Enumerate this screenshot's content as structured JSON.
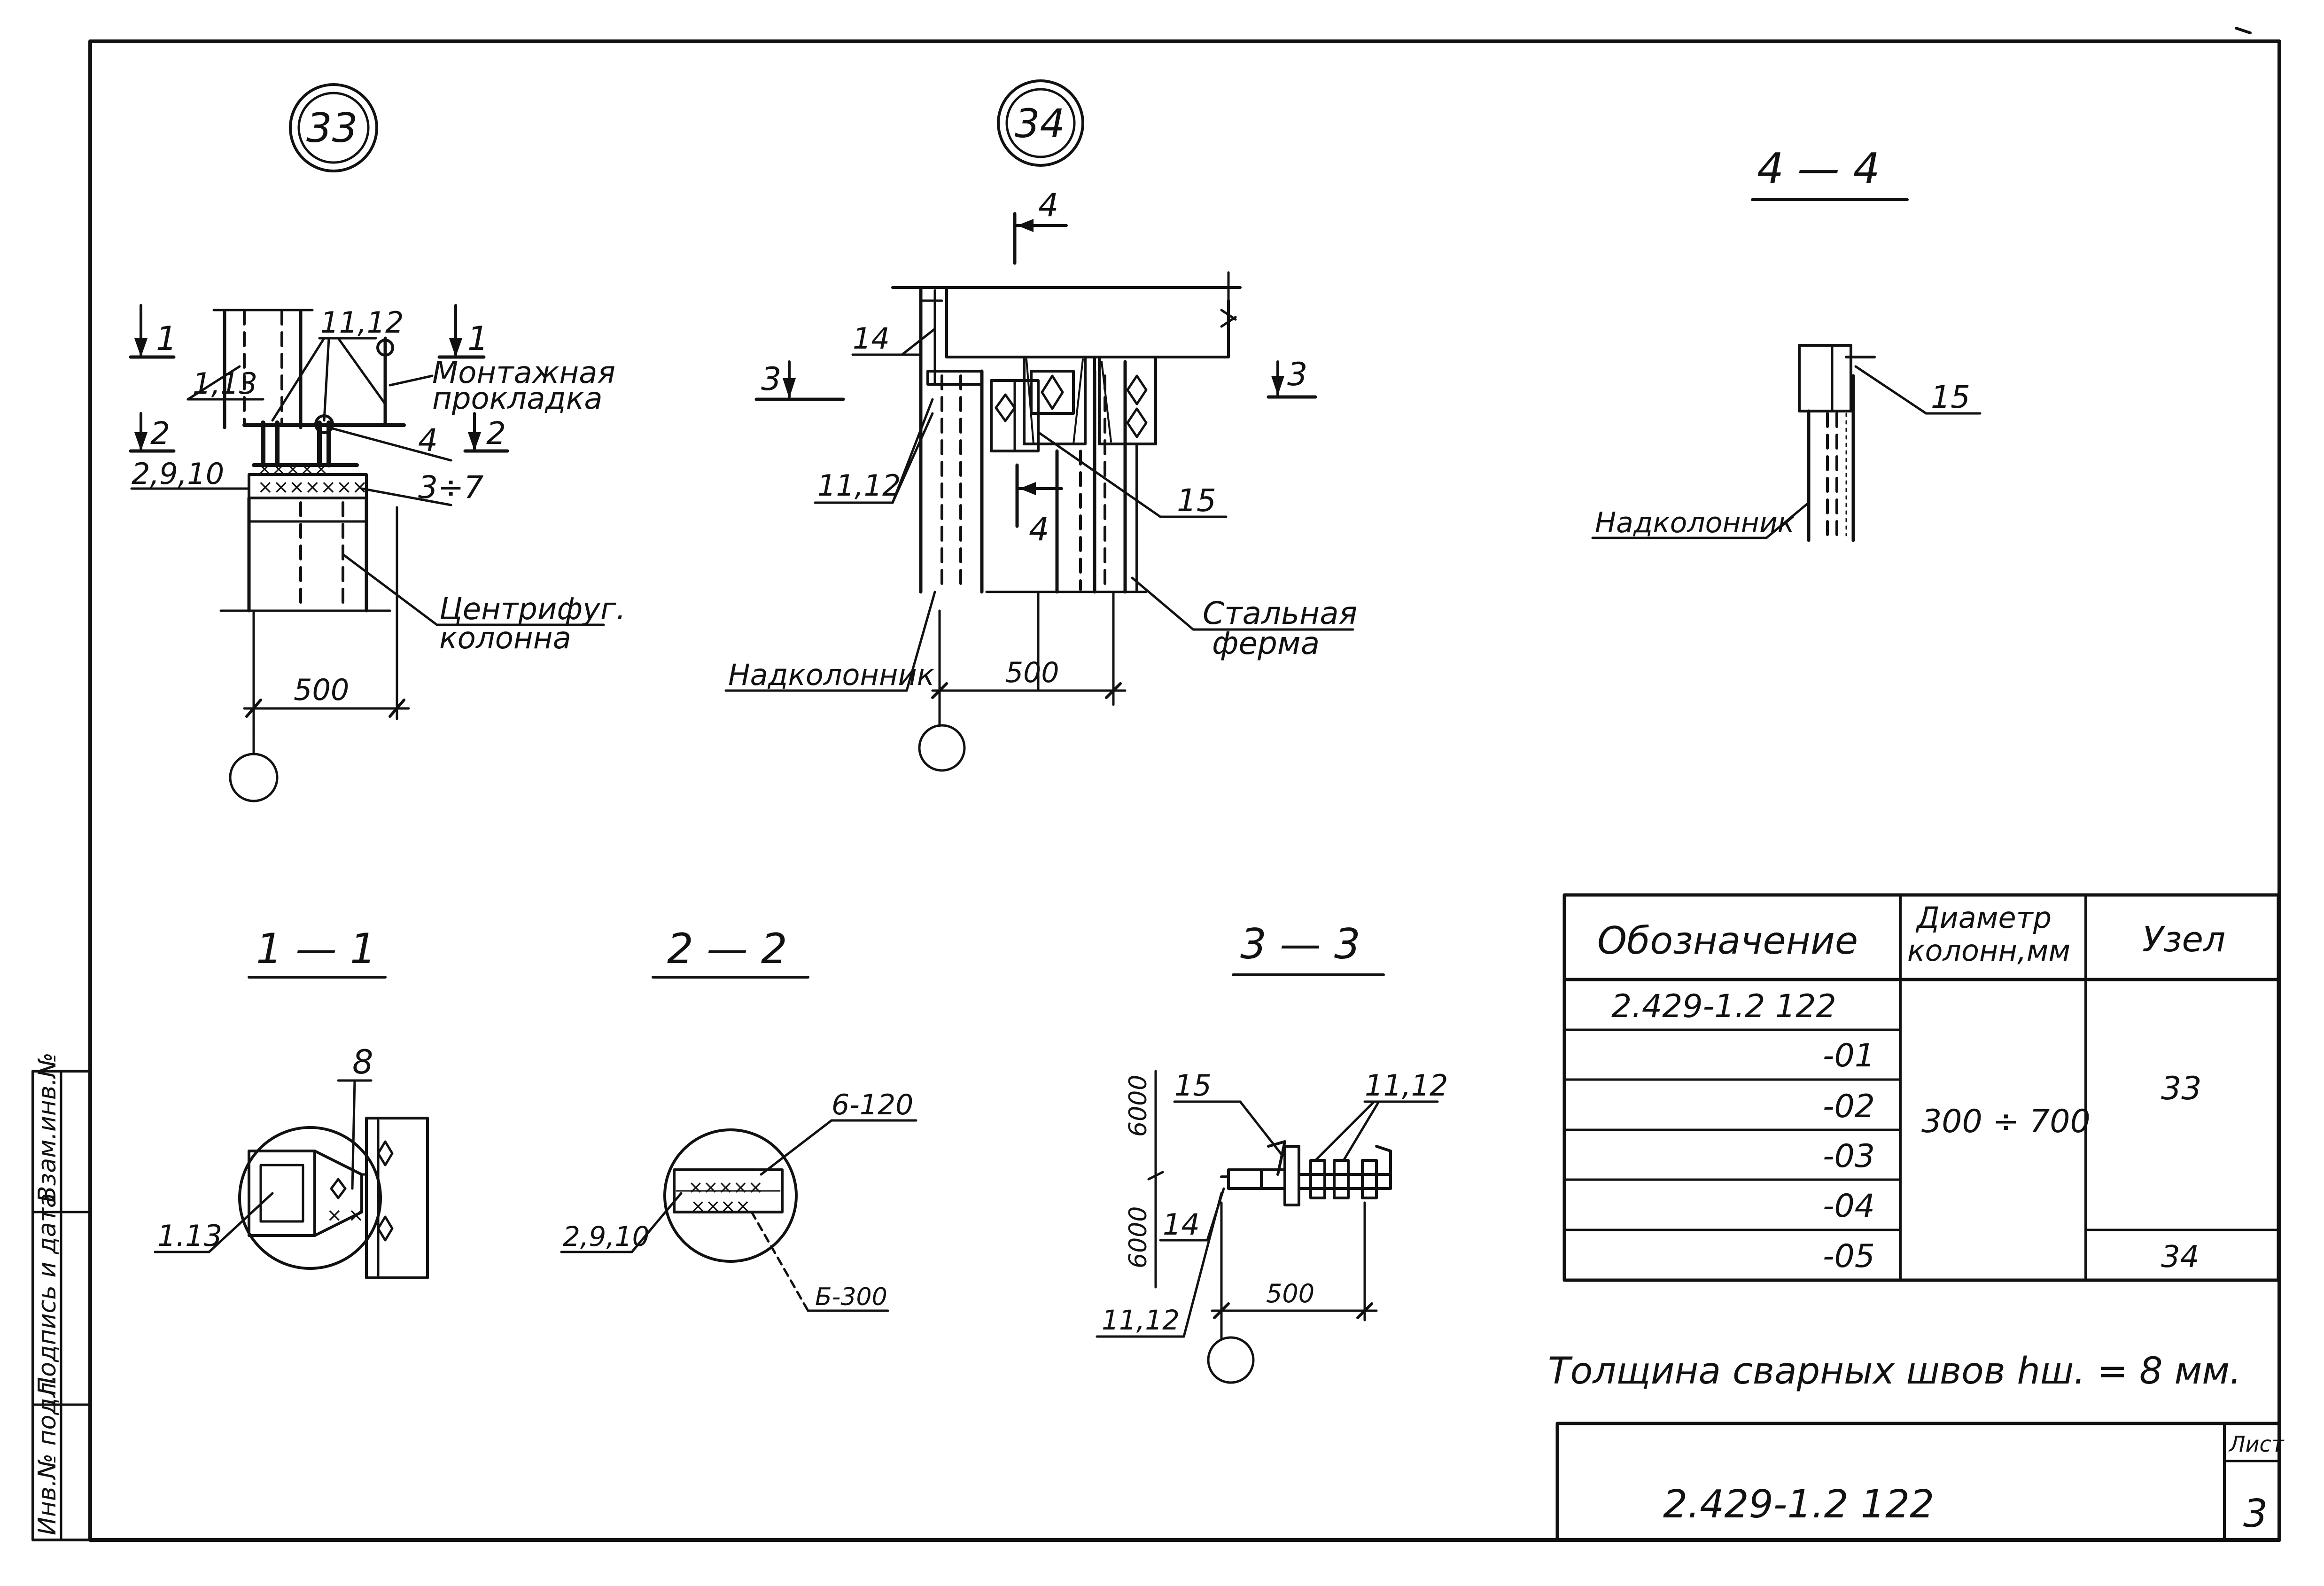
{
  "nodes": {
    "n33": {
      "number": "33",
      "callouts": {
        "section1_left": "1",
        "section1_right": "1",
        "section2_left": "2",
        "section2_right": "2",
        "items_1_13": "1,13",
        "items_11_12": "11,12",
        "items_2_9_10": "2,9,10",
        "item_4": "4",
        "items_3_7": "3÷7",
        "pad_line1": "Монтажная",
        "pad_line2": "прокладка",
        "column_line1": "Центрифуг.",
        "column_line2": "колонна",
        "dimension": "500"
      }
    },
    "n34": {
      "number": "34",
      "callouts": {
        "section4": "4",
        "section3_left": "3",
        "section3_right": "3",
        "item_14": "14",
        "items_11_12": "11,12",
        "item_15": "15",
        "section4_lower": "4",
        "nadkolonnik": "Надколонник",
        "truss_line1": "Стальная",
        "truss_line2": "ферма",
        "dimension": "500"
      }
    }
  },
  "sections": {
    "s44": {
      "title": "4 — 4",
      "item_15": "15",
      "nadkolonnik": "Надколонник"
    },
    "s11": {
      "title": "1 — 1",
      "item_8": "8",
      "items_1_13": "1.13"
    },
    "s22": {
      "title": "2 — 2",
      "items_6_120": "6-120",
      "items_2_9_10": "2,9,10",
      "plate": "Б-300"
    },
    "s33": {
      "title": "3 — 3",
      "item_15": "15",
      "items_11_12_top": "11,12",
      "item_14": "14",
      "items_11_12_bottom": "11,12",
      "dim_top": "6000",
      "dim_bottom": "6000",
      "dim_h": "500"
    }
  },
  "table": {
    "headers": {
      "designation": "Обозначение",
      "diam_line1": "Диаметр",
      "diam_line2": "колонн,мм",
      "node": "Узел"
    },
    "rows": [
      {
        "designation": "2.429-1.2   122"
      },
      {
        "designation": "-01"
      },
      {
        "designation": "-02"
      },
      {
        "designation": "-03"
      },
      {
        "designation": "-04"
      },
      {
        "designation": "-05"
      }
    ],
    "diameter": "300 ÷ 700",
    "node_a": "33",
    "node_b": "34"
  },
  "note": "Толщина сварных швов hш. = 8 мм.",
  "title_block": {
    "code": "2.429-1.2   122",
    "sheet_label": "Лист",
    "sheet_number": "3"
  },
  "side_stamp": {
    "c1": "Инв.№ подл.",
    "c2": "Подпись и дата",
    "c3": "Взам.инв.№"
  }
}
